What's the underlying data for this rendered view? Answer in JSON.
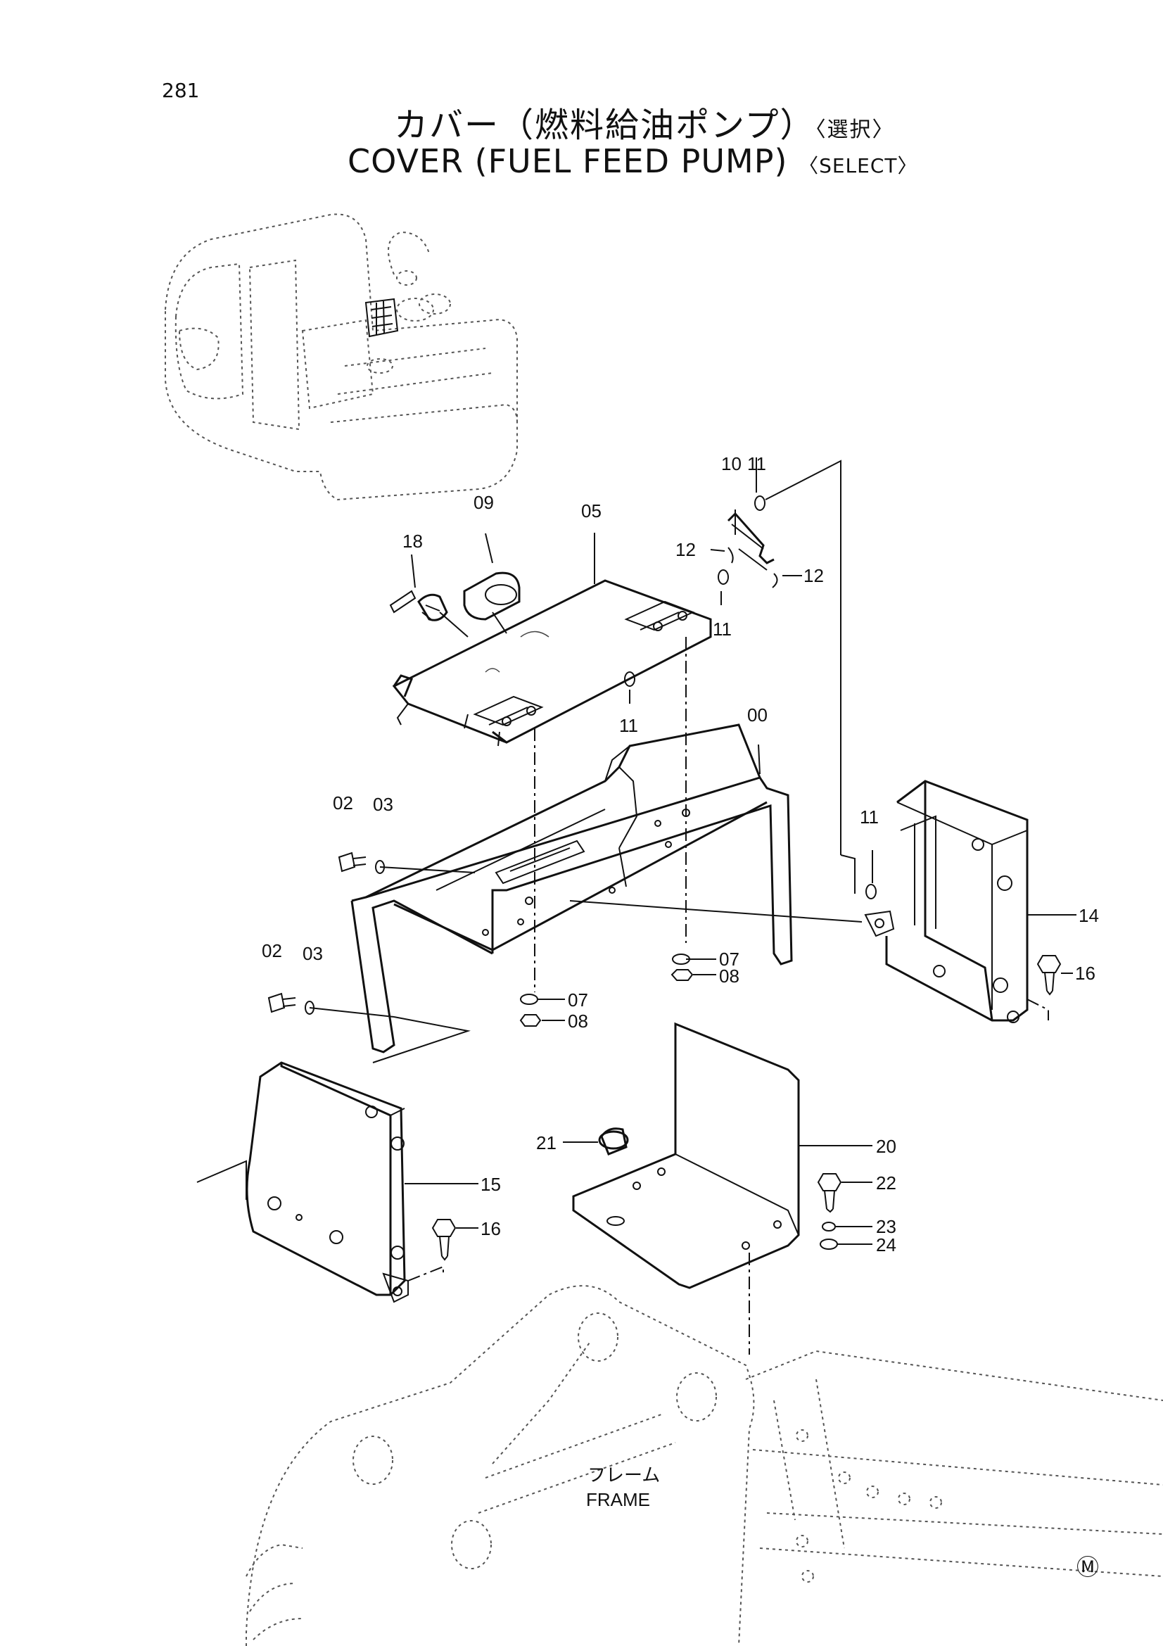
{
  "page": {
    "number": "281",
    "title_jp": "カバー（燃料給油ポンプ）",
    "title_jp_select": "〈選択〉",
    "title_en": "COVER (FUEL FEED PUMP)",
    "title_en_select": "〈SELECT〉",
    "frame_label_jp": "フレーム",
    "frame_label_en": "FRAME",
    "corner_mark": "Ⓜ"
  },
  "parts": {
    "p00": "00",
    "p02a": "02",
    "p03a": "03",
    "p02b": "02",
    "p03b": "03",
    "p05": "05",
    "p07a": "07",
    "p08a": "08",
    "p07b": "07",
    "p08b": "08",
    "p09": "09",
    "p10": "10",
    "p11a": "11",
    "p11b": "11",
    "p11c": "11",
    "p11d": "11",
    "p12a": "12",
    "p12b": "12",
    "p14": "14",
    "p15": "15",
    "p16a": "16",
    "p16b": "16",
    "p18": "18",
    "p20": "20",
    "p21": "21",
    "p22": "22",
    "p23": "23",
    "p24": "24"
  }
}
